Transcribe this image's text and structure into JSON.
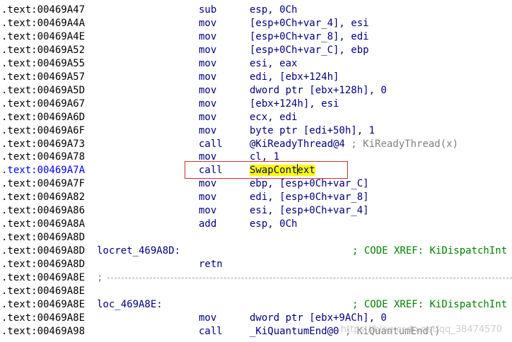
{
  "segment": ".text",
  "rows": [
    {
      "addr": "00469A47",
      "mnemonic": "sub",
      "operand": "esp, 0Ch"
    },
    {
      "addr": "00469A4A",
      "mnemonic": "mov",
      "operand": "[esp+0Ch+var_4], esi"
    },
    {
      "addr": "00469A4E",
      "mnemonic": "mov",
      "operand": "[esp+0Ch+var_8], edi"
    },
    {
      "addr": "00469A52",
      "mnemonic": "mov",
      "operand": "[esp+0Ch+var_C], ebp"
    },
    {
      "addr": "00469A55",
      "mnemonic": "mov",
      "operand": "esi, eax"
    },
    {
      "addr": "00469A57",
      "mnemonic": "mov",
      "operand": "edi, [ebx+124h]"
    },
    {
      "addr": "00469A5D",
      "mnemonic": "mov",
      "operand": "dword ptr [ebx+128h], 0"
    },
    {
      "addr": "00469A67",
      "mnemonic": "mov",
      "operand": "[ebx+124h], esi"
    },
    {
      "addr": "00469A6D",
      "mnemonic": "mov",
      "operand": "ecx, edi"
    },
    {
      "addr": "00469A6F",
      "mnemonic": "mov",
      "operand": "byte ptr [edi+50h], 1"
    },
    {
      "addr": "00469A73",
      "mnemonic": "call",
      "operand": "@KiReadyThread@4",
      "comment": "; KiReadyThread(x)"
    },
    {
      "addr": "00469A78",
      "mnemonic": "mov",
      "operand": "cl, 1"
    },
    {
      "addr": "00469A7A",
      "mnemonic": "call",
      "operand_hl_before": "SwapCont",
      "operand_hl_after": "ext",
      "current": true
    },
    {
      "addr": "00469A7F",
      "mnemonic": "mov",
      "operand": "ebp, [esp+0Ch+var_C]"
    },
    {
      "addr": "00469A82",
      "mnemonic": "mov",
      "operand": "edi, [esp+0Ch+var_8]"
    },
    {
      "addr": "00469A86",
      "mnemonic": "mov",
      "operand": "esi, [esp+0Ch+var_4]"
    },
    {
      "addr": "00469A8A",
      "mnemonic": "add",
      "operand": "esp, 0Ch"
    },
    {
      "addr": "00469A8D"
    },
    {
      "addr": "00469A8D",
      "label": "locret_469A8D:",
      "xref": "; CODE XREF: KiDispatchInt"
    },
    {
      "addr": "00469A8D",
      "mnemonic": "retn"
    },
    {
      "addr": "00469A8E",
      "separator": ";"
    },
    {
      "addr": "00469A8E"
    },
    {
      "addr": "00469A8E",
      "label": "loc_469A8E:",
      "xref": "; CODE XREF: KiDispatchInt"
    },
    {
      "addr": "00469A8E",
      "mnemonic": "mov",
      "operand": "dword ptr [ebx+9ACh], 0"
    },
    {
      "addr": "00469A98",
      "mnemonic": "call",
      "operand": "_KiQuantumEnd@0",
      "comment": "; KiQuantumEnd()"
    }
  ],
  "watermark": "https://blog.csdn.net/qq_38474570",
  "colors": {
    "background": "#ffffff",
    "address": "#000000",
    "current_address": "#0000ff",
    "code": "#000080",
    "comment": "#808080",
    "xref": "#008000",
    "highlight": "#ffff00",
    "selection_box": "#d03030"
  }
}
